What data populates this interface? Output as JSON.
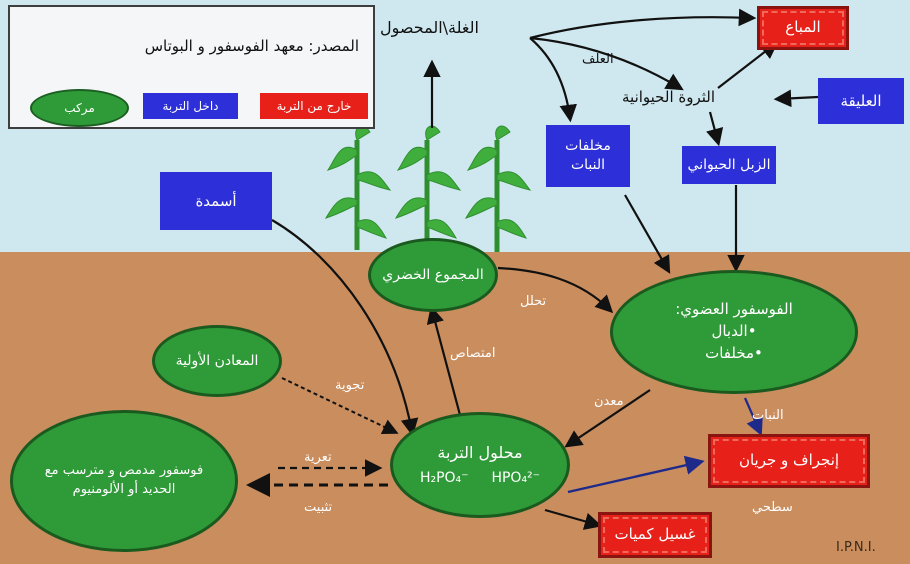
{
  "legend": {
    "source": "المصدر: معهد الفوسفور و البوتاس",
    "compound": "مركب",
    "inside_soil": "داخل التربة",
    "outside_soil": "خارج من التربة"
  },
  "top": {
    "crop_yield": "الغلة\\المحصول",
    "feed": "العلف",
    "sold": "المباع",
    "livestock": "الثروة الحيوانية",
    "fodder": "العليقة"
  },
  "inputs": {
    "plant_residues": "مخلفات النبات",
    "manure": "الزبل الحيواني",
    "fertilizers": "أسمدة"
  },
  "nodes": {
    "plant_biomass": "المجموع الخضري",
    "organic_p_title": "الفوسفور العضوي:",
    "organic_p_humus": "•الدبال",
    "organic_p_residues": "•مخلفات",
    "primary_minerals": "المعادن الأولية",
    "adsorbed_p": "فوسفور مدمص و مترسب مع الحديد أو الألومنيوم",
    "soil_solution": "محلول التربة",
    "ion1": "H₂PO₄⁻",
    "ion2": "HPO₄²⁻"
  },
  "outputs": {
    "erosion": "إنجراف و جريان",
    "leaching": "غسيل كميات"
  },
  "labels": {
    "decomposition": "تحلل",
    "uptake": "امتصاص",
    "weathering": "تجوية",
    "mineralization": "معدن",
    "erosion_hint": "تعرية",
    "fixation": "تثبيت",
    "plant_word": "النبات",
    "surface": "سطحي"
  },
  "credit": "I.P.N.I.",
  "colors": {
    "compound": "#2f9a38",
    "inside_soil": "#2d2fd9",
    "outside_soil": "#e8201a",
    "sky": "#cfe8ef",
    "soil": "#c98d5e"
  }
}
